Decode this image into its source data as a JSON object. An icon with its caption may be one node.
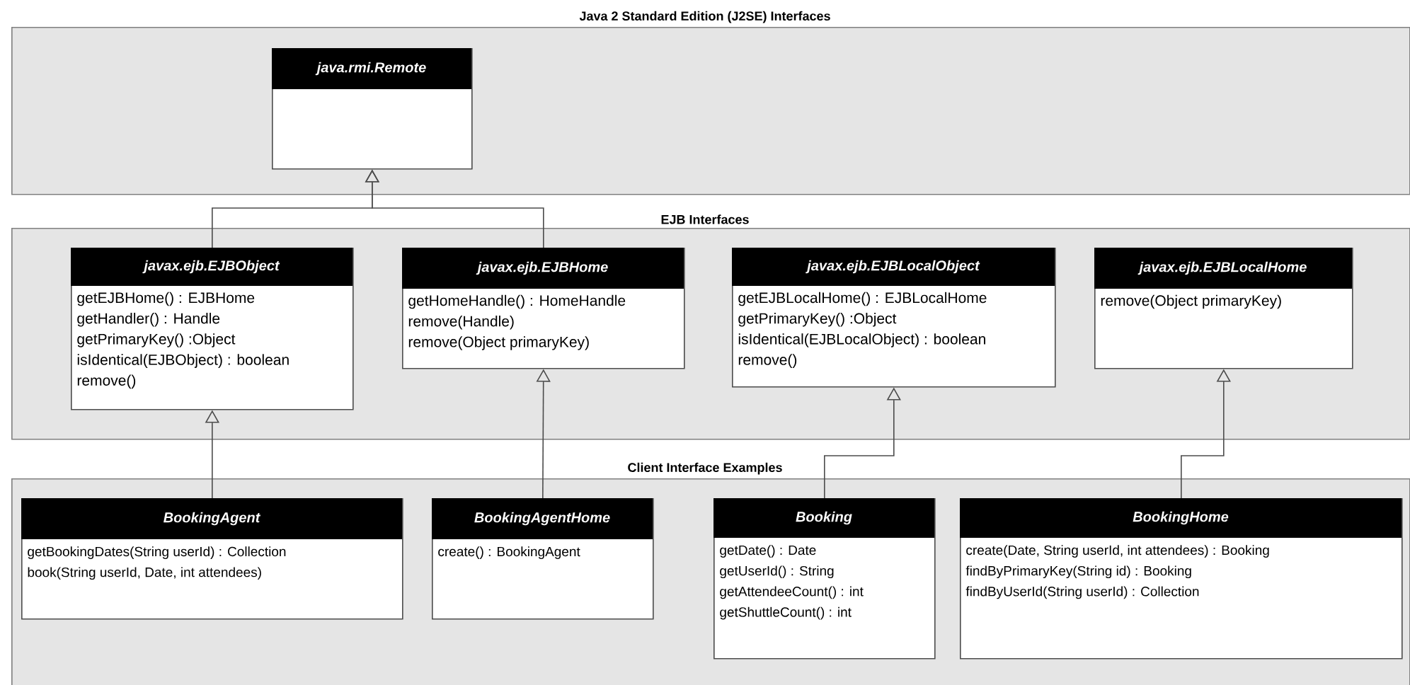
{
  "diagram": {
    "nodes": [
      {
        "text": [
          "Java 2 Standard Edition (J2SE) Interfaces"
        ]
      },
      {
        "text": [
          "java.rmi.Remote"
        ],
        "in": 0
      },
      {
        "text": [
          "EJB Interfaces"
        ]
      },
      {
        "text": [
          "javax.ejb.EJBObject",
          "getEJBHome() : EJBHome",
          "getHandler() : Handle",
          "getPrimaryKey() :Object",
          "isIdentical(EJBObject) : boolean",
          "remove()"
        ],
        "in": 2
      },
      {
        "text": [
          "javax.ejb.EJBHome",
          "getHomeHandle() : HomeHandle",
          "remove(Handle)",
          "remove(Object primaryKey)"
        ],
        "in": 2
      },
      {
        "text": [
          "javax.ejb.EJBLocalObject",
          "getEJBLocalHome() : EJBLocalHome",
          "getPrimaryKey() :Object",
          "isIdentical(EJBLocalObject) : boolean",
          "remove()"
        ],
        "in": 2
      },
      {
        "text": [
          "javax.ejb.EJBLocalHome",
          "remove(Object primaryKey)"
        ],
        "in": 2
      },
      {
        "text": [
          "Client Interface Examples"
        ]
      },
      {
        "text": [
          "BookingAgent",
          "getBookingDates(String userId) : Collection",
          "book(String userId, Date, int attendees)"
        ],
        "in": 7
      },
      {
        "text": [
          "BookingAgentHome",
          "create() : BookingAgent"
        ],
        "in": 7
      },
      {
        "text": [
          "Booking",
          "getDate() : Date",
          "getUserId() : String",
          "getAttendeeCount() : int",
          "getShuttleCount() : int"
        ],
        "in": 7
      },
      {
        "text": [
          "BookingHome",
          "create(Date, String userId, int attendees) : Booking",
          "findByPrimaryKey(String id) : Booking",
          "findByUserId(String userId) : Collection"
        ],
        "in": 7
      }
    ],
    "edges": [
      {
        "from": 3,
        "to": 1,
        "arrow": "to"
      },
      {
        "from": 4,
        "to": 1,
        "arrow": "to"
      },
      {
        "from": 8,
        "to": 3,
        "arrow": "to"
      },
      {
        "from": 9,
        "to": 4,
        "arrow": "to"
      },
      {
        "from": 10,
        "to": 5,
        "arrow": "to"
      },
      {
        "from": 11,
        "to": 6,
        "arrow": "to"
      }
    ]
  }
}
